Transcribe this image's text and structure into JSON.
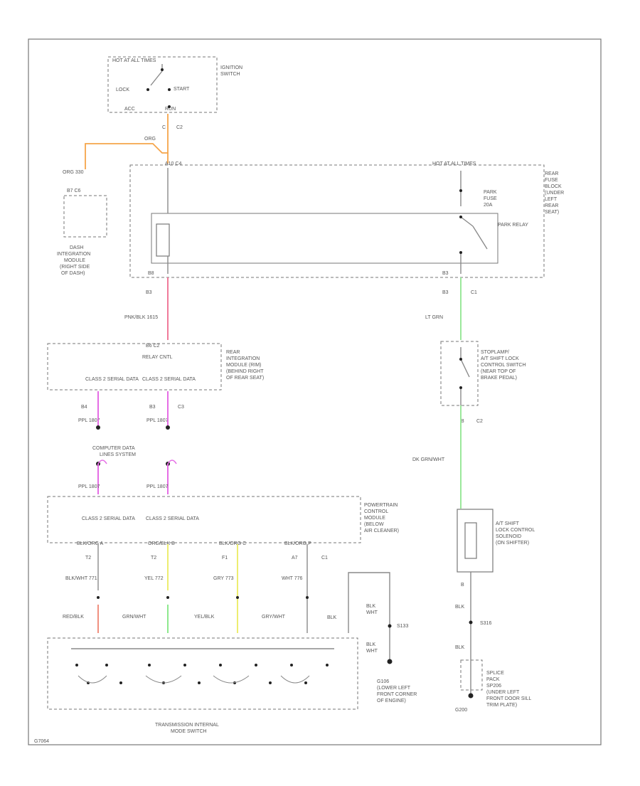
{
  "frame_code": "G7064",
  "components": {
    "ignition_switch": {
      "name": "IGNITION SWITCH",
      "top": "HOT AT ALL TIMES",
      "lock": "LOCK",
      "start": "START",
      "acc": "ACC",
      "run": "RUN",
      "pin": "C",
      "conn": "C2"
    },
    "dash_module": {
      "wire": "ORG 330",
      "pins": "B7 C6",
      "name": [
        "DASH",
        "INTEGRATION",
        "MODULE",
        "(RIGHT SIDE",
        "OF DASH)"
      ]
    },
    "rear_fuse_block": {
      "hot": "HOT AT ALL TIMES",
      "pin_top": "A10 C4",
      "fuse": [
        "PARK",
        "FUSE",
        "20A"
      ],
      "relay": "PARK RELAY",
      "name": [
        "REAR",
        "FUSE",
        "BLOCK",
        "(UNDER",
        "LEFT",
        "REAR",
        "SEAT)"
      ],
      "pin_left": "B8",
      "pin_right": "B3"
    },
    "rear_integration_module": {
      "pin": "B3",
      "wire": "PNK/BLK 1615",
      "top_pins": "B6 C2",
      "relay_ctrl": "RELAY CNTL",
      "left_data": "CLASS 2 SERIAL DATA",
      "right_data": "CLASS 2 SERIAL DATA",
      "name": [
        "REAR",
        "INTEGRATION",
        "MODULE (RIM)",
        "(BEHIND RIGHT",
        "OF REAR SEAT)"
      ],
      "left_pin": "B4",
      "right_pin": "B3",
      "right_conn": "C3",
      "wire_left": "PPL 1807",
      "wire_right": "PPL 1807"
    },
    "computer_data_lines": {
      "title": "COMPUTER DATA",
      "subtitle": "LINES SYSTEM"
    },
    "pcm": {
      "wire_left": "PPL 1807",
      "wire_right": "PPL 1807",
      "data_left": "CLASS 2 SERIAL DATA",
      "data_right": "CLASS 2 SERIAL DATA",
      "name": [
        "POWERTRAIN",
        "CONTROL",
        "MODULE",
        "(BELOW",
        "AIR CLEANER)"
      ],
      "pins": [
        "T2",
        "T2",
        "F1",
        "A7"
      ],
      "conn": "C1",
      "wires_upper": [
        "BLK/WHT 771",
        "YEL 772",
        "GRY 773",
        "WHT 776"
      ],
      "wires_lower": [
        "RED/BLK",
        "GRN/WHT",
        "YEL/BLK",
        "GRY/WHT"
      ],
      "pin_labels": [
        "BLK/ORG A",
        "ORG/BLK B",
        "BLK/ORG C",
        "BLK/ORG P"
      ]
    },
    "ground": {
      "wire_top": "BLK",
      "wire_mid": "BLK WHT",
      "splice": "S133",
      "wire_bottom": "BLK WHT",
      "node": "G106",
      "name": [
        "G106",
        "(LOWER LEFT",
        "FRONT CORNER",
        "OF ENGINE)"
      ]
    },
    "trans_switch": {
      "name": [
        "TRANSMISSION INTERNAL",
        "MODE SWITCH"
      ]
    },
    "stoplamp_switch": {
      "pin": "B3",
      "wire": "LT GRN",
      "conn": "C1",
      "name": [
        "STOPLAMP/",
        "A/T SHIFT LOCK",
        "CONTROL SWITCH",
        "(NEAR TOP OF",
        "BRAKE PEDAL)"
      ],
      "pin_bottom": "B",
      "conn_bottom": "C2",
      "wire_bottom": "DK GRN/WHT"
    },
    "solenoid": {
      "name": [
        "A/T SHIFT",
        "LOCK CONTROL",
        "SOLENOID",
        "(ON SHIFTER)"
      ],
      "pin_bottom": "B",
      "wire_a": "BLK",
      "splice": "S316",
      "wire_b": "BLK",
      "pack": [
        "SPLICE",
        "PACK",
        "SP206",
        "(UNDER LEFT",
        "FRONT DOOR SILL",
        "TRIM PLATE)"
      ],
      "ground": "G200"
    }
  }
}
